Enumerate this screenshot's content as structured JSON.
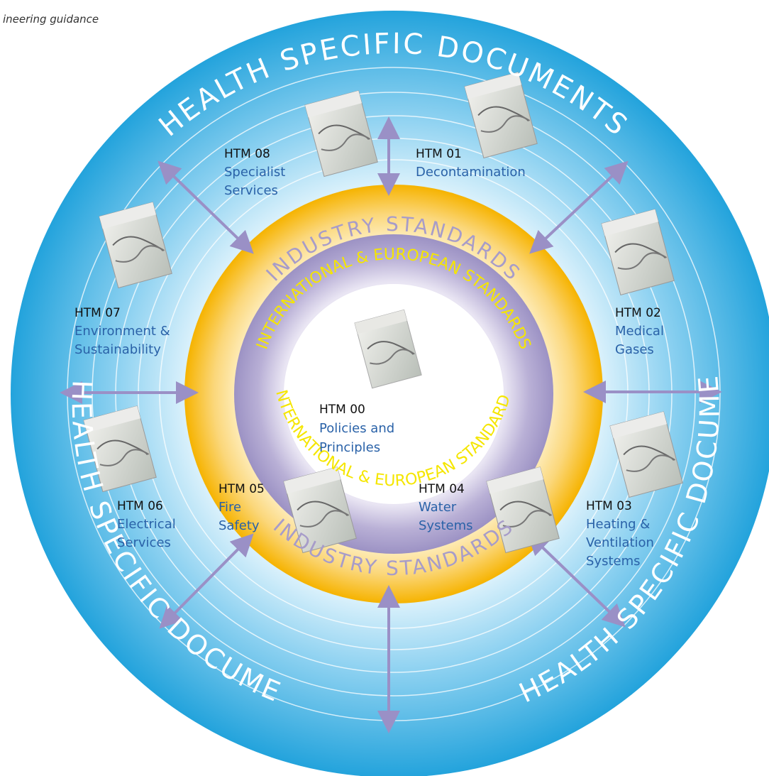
{
  "header_fragment": "ineering guidance",
  "rings": {
    "outer_label": "HEALTH SPECIFIC DOCUMENTS",
    "middle_label": "INDUSTRY STANDARDS",
    "inner_label": "INTERNATIONAL & EUROPEAN STANDARDS"
  },
  "centre": {
    "code": "HTM 00",
    "name_line1": "Policies and",
    "name_line2": "Principles"
  },
  "documents": [
    {
      "code": "HTM 01",
      "lines": [
        "Decontamination"
      ]
    },
    {
      "code": "HTM 02",
      "lines": [
        "Medical",
        "Gases"
      ]
    },
    {
      "code": "HTM 03",
      "lines": [
        "Heating &",
        "Ventilation",
        "Systems"
      ]
    },
    {
      "code": "HTM 04",
      "lines": [
        "Water",
        "Systems"
      ]
    },
    {
      "code": "HTM 05",
      "lines": [
        "Fire",
        "Safety"
      ]
    },
    {
      "code": "HTM 06",
      "lines": [
        "Electrical",
        "Services"
      ]
    },
    {
      "code": "HTM 07",
      "lines": [
        "Environment &",
        "Sustainability"
      ]
    },
    {
      "code": "HTM 08",
      "lines": [
        "Specialist",
        "Services"
      ]
    }
  ],
  "colors": {
    "outer_ring": "#29a9e0",
    "inner_blue": "#dff2fb",
    "gold_ring": "#f7b500",
    "purple_ring": "#a79cc9",
    "arrow": "#9a90c6",
    "ring_text_light": "#ffffff",
    "ring_text_purple": "#a79cc9",
    "ring_text_yellow": "#f5e600",
    "doc_name": "#2a62a8"
  },
  "icons": {
    "document": "document-cover-icon",
    "arrow": "double-headed-arrow-icon"
  }
}
